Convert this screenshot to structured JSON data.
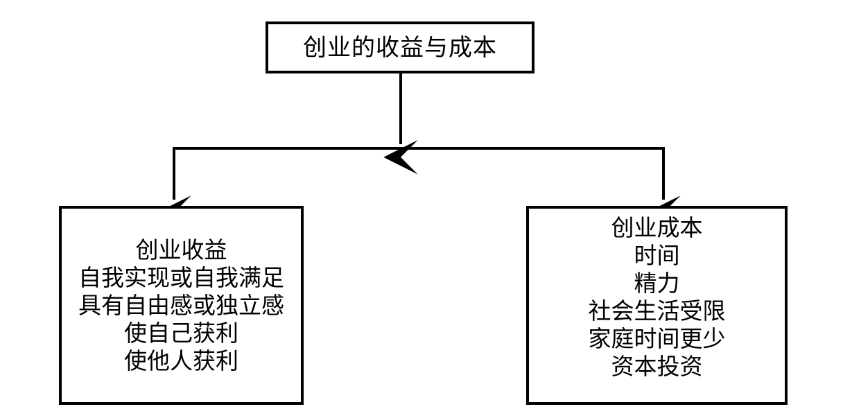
{
  "diagram": {
    "title_node": {
      "text": "创业的收益与成本"
    },
    "branches": [
      {
        "id": "benefits",
        "heading": "创业收益",
        "items": [
          "自我实现或自我满足",
          "具有自由感或独立感",
          "使自己获利",
          "使他人获利"
        ]
      },
      {
        "id": "costs",
        "heading": "创业成本",
        "items": [
          "时间",
          "精力",
          "社会生活受限",
          "家庭时间更少",
          "资本投资"
        ]
      }
    ],
    "colors": {
      "stroke": "#000000",
      "background": "#ffffff",
      "text": "#000000"
    },
    "connector_labels": {
      "trunk": "trunk-arrow",
      "left_branch": "left-branch-arrow",
      "right_branch": "right-branch-arrow"
    }
  }
}
